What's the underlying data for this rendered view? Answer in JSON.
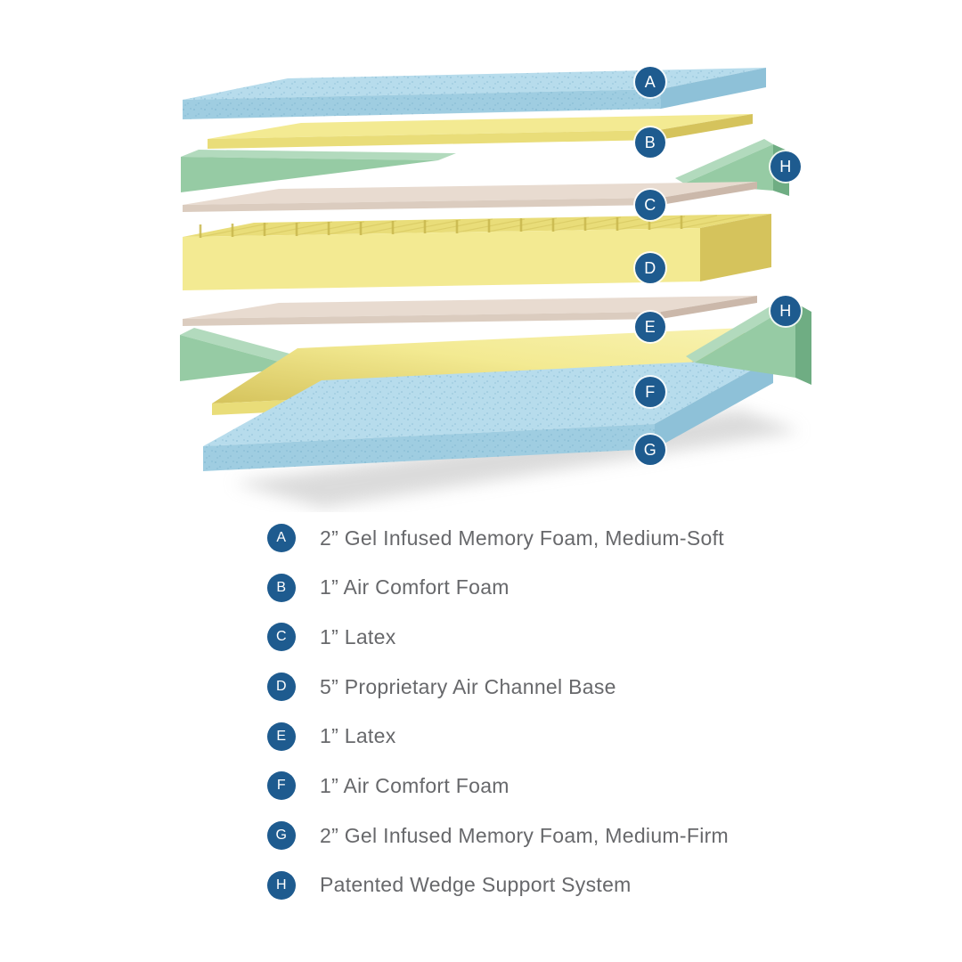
{
  "colors": {
    "badge": "#1e5b8f",
    "legend_text": "#67686b",
    "blue_top": "#b7dcec",
    "blue_front": "#9fcde1",
    "blue_side": "#8ec1d8",
    "blue_speckle": "#5f9dbd",
    "yellow_top": "#f3ea92",
    "yellow_mid": "#e9dd79",
    "yellow_side": "#d5c35c",
    "tan_top": "#e8dbd0",
    "tan_front": "#dbccbf",
    "tan_side": "#cbb8aa",
    "green_light": "#96cba4",
    "green_dark": "#6fad83",
    "green_top": "#b2dabd",
    "shadow": "#bdbdbd"
  },
  "diagram": {
    "badge_letters": [
      "A",
      "B",
      "H",
      "C",
      "D",
      "E",
      "H",
      "F",
      "G"
    ]
  },
  "legend": {
    "items": [
      {
        "letter": "A",
        "label": "2” Gel Infused Memory Foam, Medium-Soft"
      },
      {
        "letter": "B",
        "label": "1” Air Comfort Foam"
      },
      {
        "letter": "C",
        "label": "1” Latex"
      },
      {
        "letter": "D",
        "label": "5” Proprietary Air Channel Base"
      },
      {
        "letter": "E",
        "label": "1” Latex"
      },
      {
        "letter": "F",
        "label": "1” Air Comfort Foam"
      },
      {
        "letter": "G",
        "label": "2” Gel Infused Memory Foam, Medium-Firm"
      },
      {
        "letter": "H",
        "label": "Patented Wedge Support System"
      }
    ]
  }
}
